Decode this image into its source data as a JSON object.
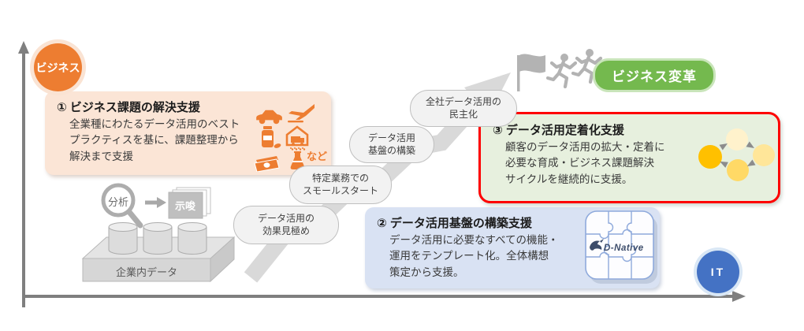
{
  "axis": {
    "y_badge": "ビジネス",
    "x_badge": "IT"
  },
  "goal": {
    "label": "ビジネス変革"
  },
  "box1": {
    "title": "① ビジネス課題の解決支援",
    "body": [
      "全業種にわたるデータ活用のベスト",
      "プラクティスを基に、課題整理から",
      "解決まで支援"
    ],
    "etc": "など",
    "icons": [
      "car-icon",
      "airplane-icon",
      "medicine-bottle-icon",
      "house-delivery-icon",
      "money-icon",
      "beaker-icon"
    ]
  },
  "box2": {
    "title": "② データ活用基盤の構築支援",
    "body": [
      "データ活用に必要なすべての機能・",
      "運用をテンプレート化。全体構想",
      "策定から支援。"
    ],
    "logo": "D-Native"
  },
  "box3": {
    "title": "③ データ活用定着化支援",
    "body": [
      "顧客のデータ活用の拡大・定着に",
      "必要な育成・ビジネス課題解決",
      "サイクルを継続的に支援。"
    ]
  },
  "steps": [
    {
      "lines": [
        "データ活用の",
        "効果見極め"
      ]
    },
    {
      "lines": [
        "特定業務での",
        "スモールスタート"
      ]
    },
    {
      "lines": [
        "データ活用",
        "基盤の構築"
      ]
    },
    {
      "lines": [
        "全社データ活用の",
        "民主化"
      ]
    }
  ],
  "source": {
    "analysis": "分析",
    "insight": "示唆",
    "platform": "企業内データ"
  },
  "colors": {
    "business_badge": "#ED7D31",
    "box1_bg": "#FBE5D6",
    "icon_orange": "#ED7D31",
    "goal_green": "#74B94E",
    "goal_border": "#C9E5BA",
    "box3_bg": "#E7F0DE",
    "box3_border": "#FE0000",
    "box2_bg": "#D9E2F3",
    "it_badge": "#4472C4",
    "cycle_circles": [
      "#FFC000",
      "#FFF2CC",
      "#FFE699",
      "#FFD966"
    ],
    "step_bg": "#F2F2F2",
    "arrow_gray": "#D9D9D9",
    "axis_gray": "#7F7F7F"
  }
}
